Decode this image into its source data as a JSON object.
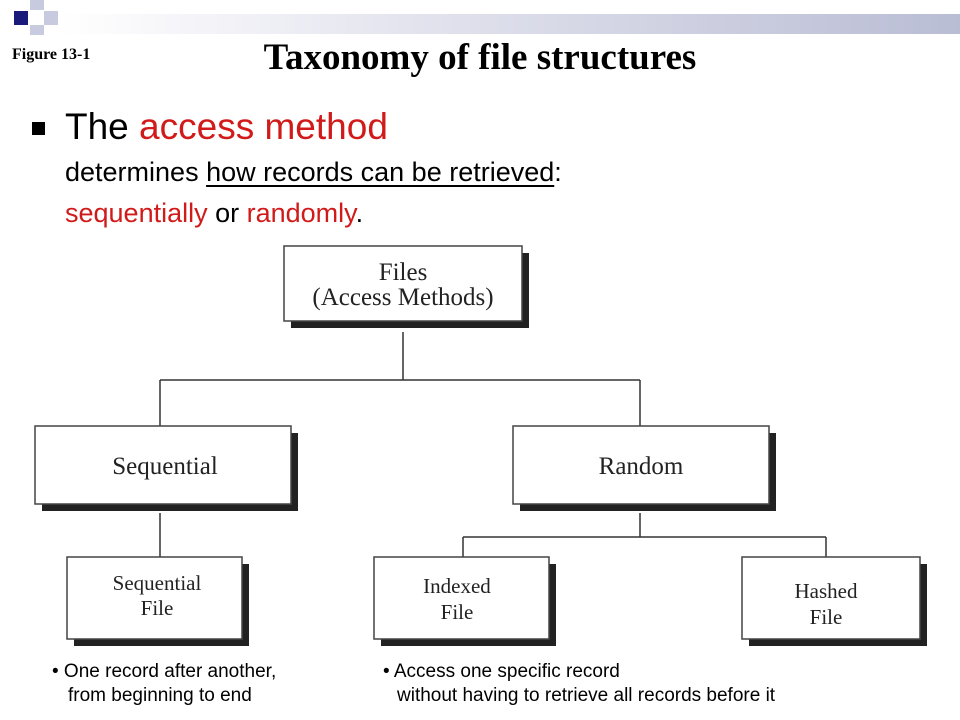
{
  "slide": {
    "figure_label": "Figure 13-1",
    "title": "Taxonomy of file structures",
    "bullet": {
      "part1_plain": "The ",
      "part1_red": "access method",
      "line2_plain": "determines ",
      "line2_underlined": "how records can be retrieved",
      "line2_end": ":",
      "line3_red1": "sequentially",
      "line3_mid": " or ",
      "line3_red2": "randomly",
      "line3_end": "."
    },
    "accent_color": "#d11a1a"
  },
  "diagram": {
    "root": {
      "line1": "Files",
      "line2": "(Access Methods)"
    },
    "sequential": "Sequential",
    "random": "Random",
    "sequential_file": {
      "line1": "Sequential",
      "line2": "File"
    },
    "indexed_file": {
      "line1": "Indexed",
      "line2": "File"
    },
    "hashed_file": {
      "line1": "Hashed",
      "line2": "File"
    }
  },
  "notes": {
    "left": {
      "line1": "• One record after another,",
      "line2": "from beginning to end"
    },
    "right": {
      "line1": "• Access one specific record",
      "line2": "without having to retrieve all records before it"
    }
  }
}
